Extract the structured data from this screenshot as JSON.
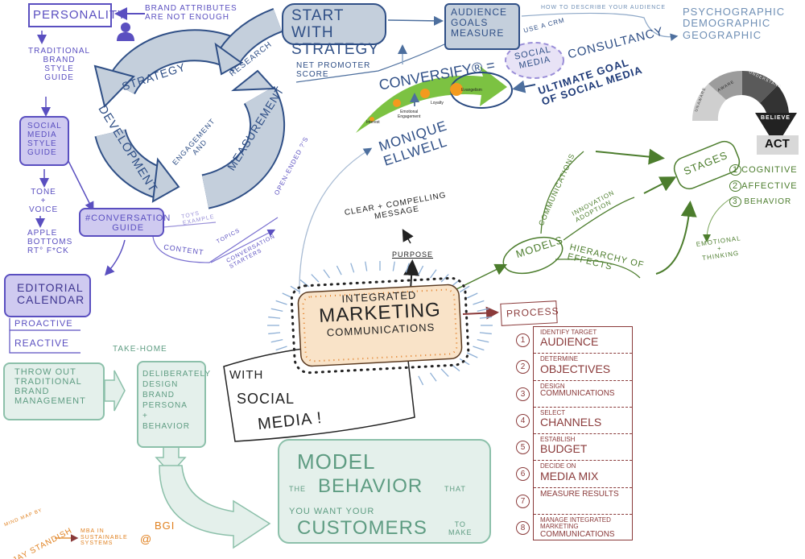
{
  "left": {
    "personality": "Personality",
    "brand_attributes": "Brand attributes\nare not enough",
    "traditional_guide": "Traditional\nBrand\nStyle\nGuide",
    "social_media_style_guide": "Social\nMedia\nStyle\nGuide",
    "tone_voice": "Tone\n+\nVoice",
    "apple_bottoms": "Apple\nBottoms\nRT° F*ck",
    "conversation_guide": "#Conversation\nGuide",
    "toys_example": "Toys\nexample",
    "content": "Content",
    "topics": "Topics",
    "conversation_starters": "Conversation\nstarters",
    "open_ended": "Open-ended ?'s",
    "editorial_calendar": "Editorial\nCalendar",
    "proactive": "Proactive",
    "reactive": "Reactive"
  },
  "cycle": {
    "strategy": "Strategy",
    "research": "Research",
    "development": "Development",
    "engagement": "Engagement\nand",
    "measurement": "Measurement"
  },
  "top": {
    "start_with_strategy": "Start with\nStrategy",
    "audience_box": "Audience\nGoals\nMeasure",
    "describe_audience": "How to describe your audience",
    "segments": "Psychographic\nDemographic\nGeographic",
    "use_crm": "Use a CRM",
    "net_promoter": "Net promoter\nscore",
    "conversify": "Conversify® =",
    "social_media_bubble": "Social\nMedia",
    "consultancy": "Consultancy",
    "ultimate_goal": "Ultimate goal\nof social media",
    "monique": "Monique\nEllwell"
  },
  "conversify_arrow": {
    "stages": [
      "Interest",
      "Emotional\nEngagement",
      "Loyalty",
      "Evangelism"
    ],
    "colors": {
      "arrow": "#7cc242",
      "dot": "#f39a1e"
    }
  },
  "gauge": {
    "segments": [
      "Unaware",
      "Aware",
      "Understand"
    ],
    "believe": "Believe",
    "act": "Act"
  },
  "models": {
    "models": "Models",
    "communications": "Communications",
    "innovation_adoption": "Innovation\nAdoption",
    "hierarchy": "Hierarchy of\nEffects",
    "stages": "Stages",
    "stage_list": [
      "Cognitive",
      "Affective",
      "Behavior"
    ],
    "emotional_thinking": "Emotional\n+\nThinking"
  },
  "center": {
    "message": "Clear + compelling\nmessage",
    "purpose": "Purpose",
    "imc_1": "Integrated",
    "imc_2": "Marketing",
    "imc_3": "Communications",
    "with_social_media_1": "With",
    "with_social_media_2": "Social",
    "with_social_media_3": "Media !"
  },
  "process": {
    "title": "Process",
    "steps": [
      {
        "n": "1",
        "small": "Identify target",
        "big": "Audience"
      },
      {
        "n": "2",
        "small": "Determine",
        "big": "Objectives"
      },
      {
        "n": "3",
        "small": "Design",
        "big": "Communications"
      },
      {
        "n": "4",
        "small": "Select",
        "big": "Channels"
      },
      {
        "n": "5",
        "small": "Establish",
        "big": "Budget"
      },
      {
        "n": "6",
        "small": "Decide on",
        "big": "Media Mix"
      },
      {
        "n": "7",
        "small": "",
        "big": "Measure results"
      },
      {
        "n": "8",
        "small": "Manage integrated marketing",
        "big": "communications"
      }
    ]
  },
  "takehome": {
    "label": "Take-Home",
    "throw_out": "Throw out\nTraditional\nBrand\nManagement",
    "deliberately": "Deliberately\nDesign\nBrand\nPersona\n+\nBehavior",
    "model": "Model",
    "the": "the",
    "behavior": "Behavior",
    "that": "that",
    "you_want": "You want your",
    "customers": "Customers",
    "to_make": "to\nmake"
  },
  "credit": {
    "mind_map_by": "Mind map by",
    "author": "Jay Standish",
    "mba": "MBA in\nSustainable\nSystems",
    "at": "@",
    "bgi": "BGI"
  }
}
